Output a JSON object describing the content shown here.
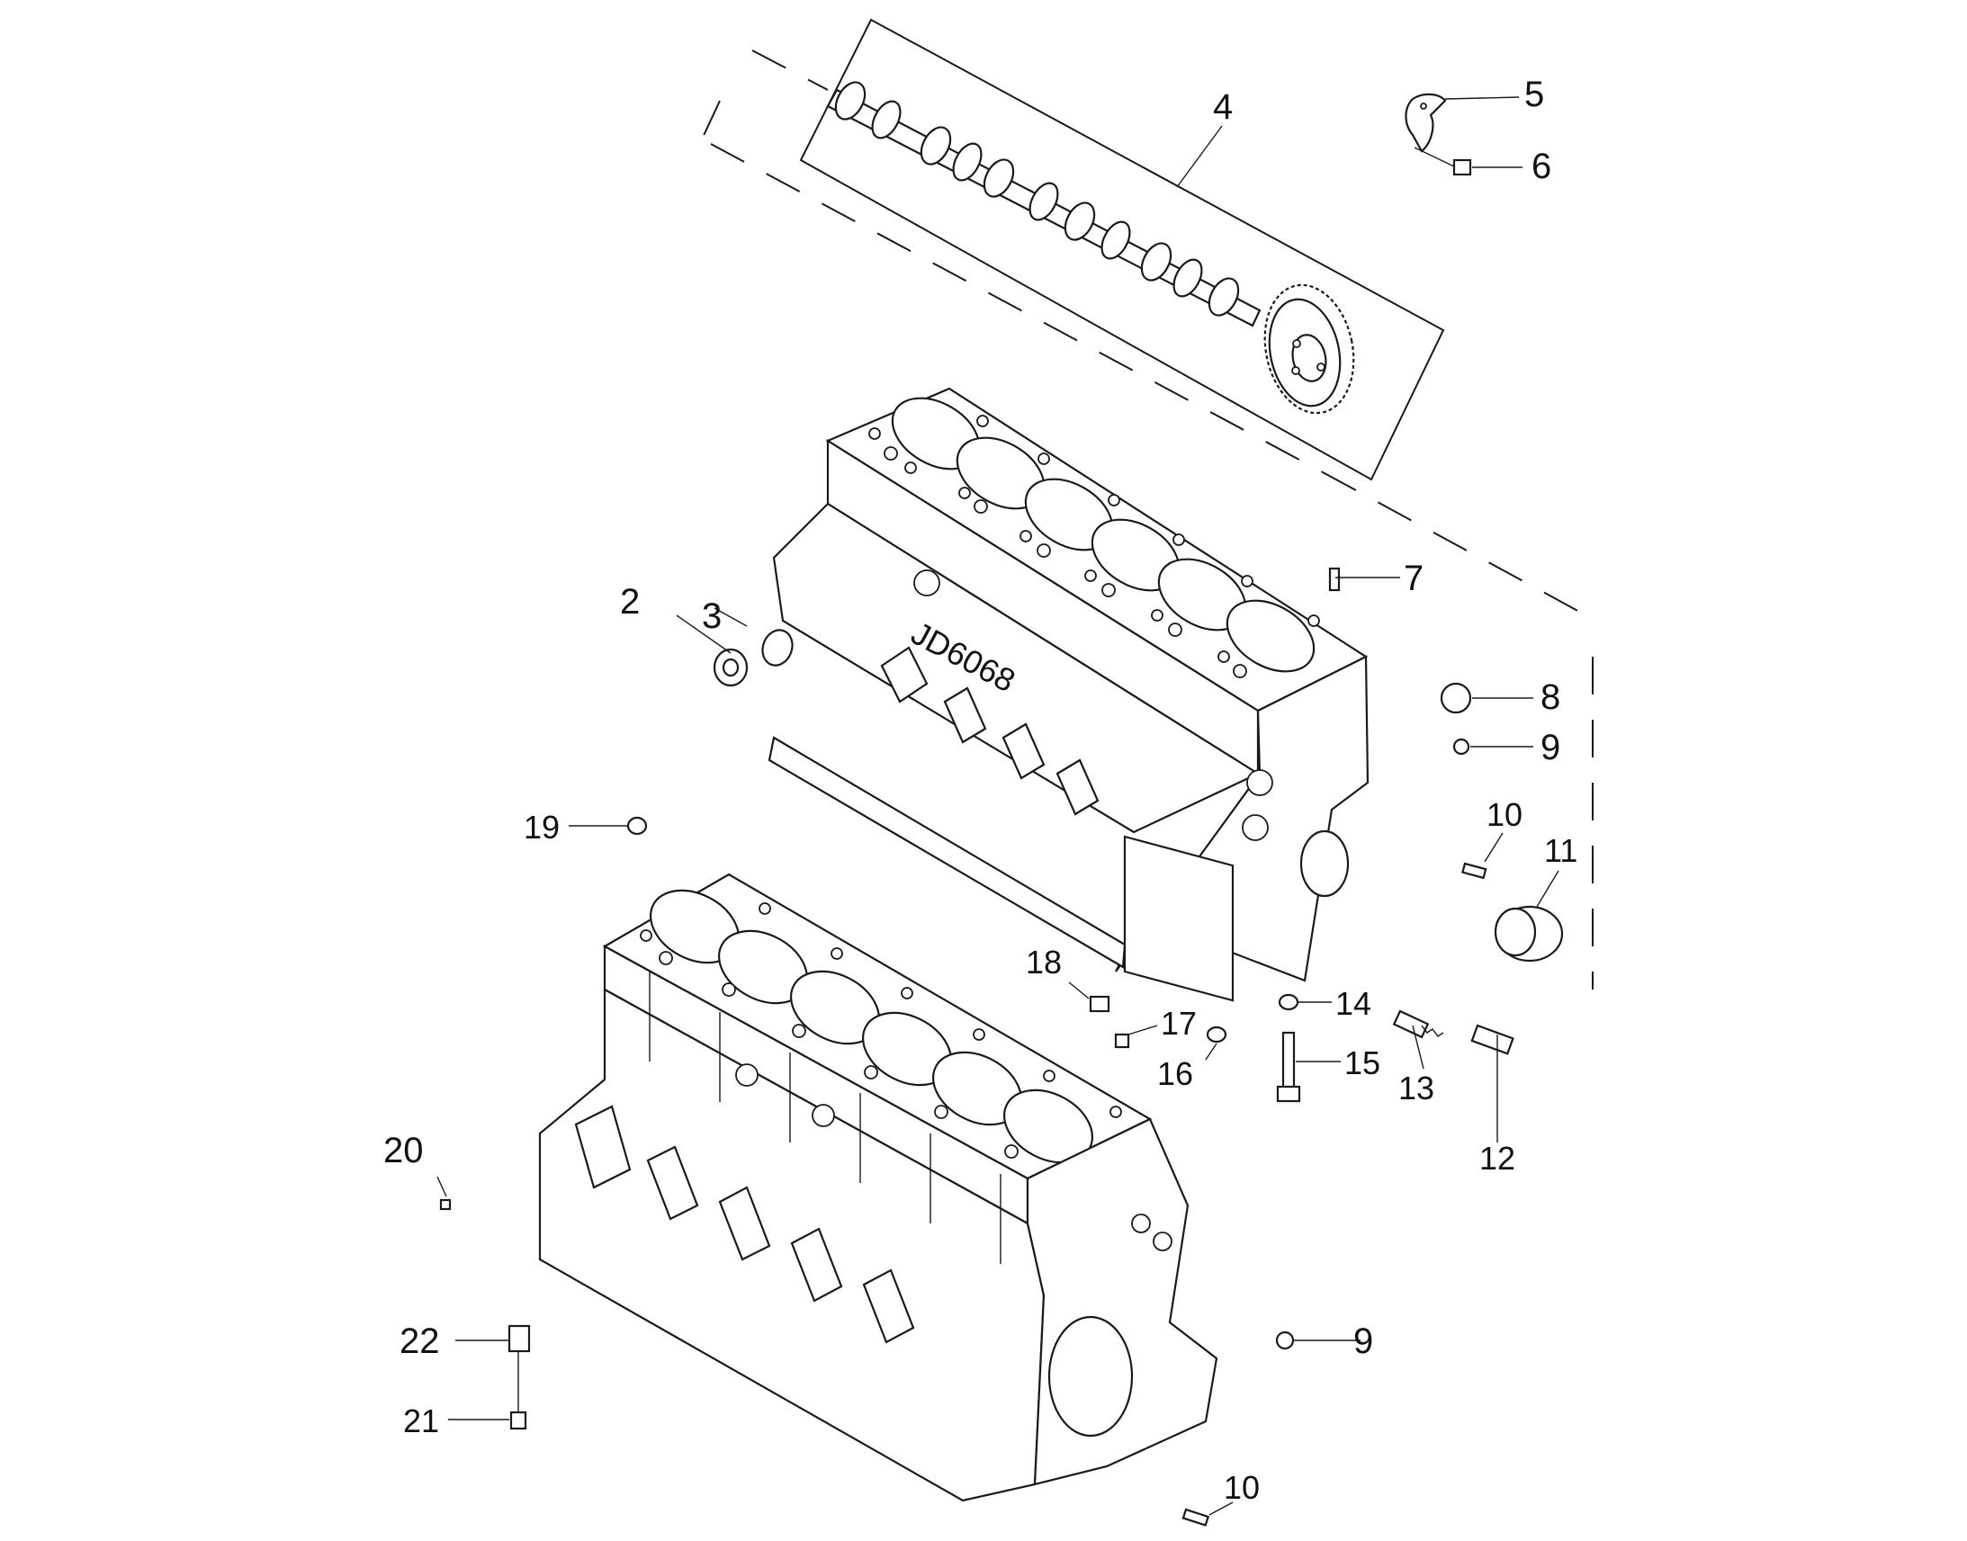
{
  "diagram": {
    "type": "exploded-parts-diagram",
    "subject": "engine cylinder block and camshaft",
    "callouts": [
      {
        "id": "c2",
        "label": "2"
      },
      {
        "id": "c3",
        "label": "3"
      },
      {
        "id": "c4",
        "label": "4"
      },
      {
        "id": "c5",
        "label": "5"
      },
      {
        "id": "c6",
        "label": "6"
      },
      {
        "id": "c7",
        "label": "7"
      },
      {
        "id": "c8",
        "label": "8"
      },
      {
        "id": "c9a",
        "label": "9"
      },
      {
        "id": "c9b",
        "label": "9"
      },
      {
        "id": "c10a",
        "label": "10"
      },
      {
        "id": "c10b",
        "label": "10"
      },
      {
        "id": "c11",
        "label": "11"
      },
      {
        "id": "c12",
        "label": "12"
      },
      {
        "id": "c13",
        "label": "13"
      },
      {
        "id": "c14",
        "label": "14"
      },
      {
        "id": "c15",
        "label": "15"
      },
      {
        "id": "c16",
        "label": "16"
      },
      {
        "id": "c17",
        "label": "17"
      },
      {
        "id": "c18",
        "label": "18"
      },
      {
        "id": "c19",
        "label": "19"
      },
      {
        "id": "c20",
        "label": "20"
      },
      {
        "id": "c21",
        "label": "21"
      },
      {
        "id": "c22",
        "label": "22"
      }
    ],
    "block_casting_text": "JD6068"
  }
}
